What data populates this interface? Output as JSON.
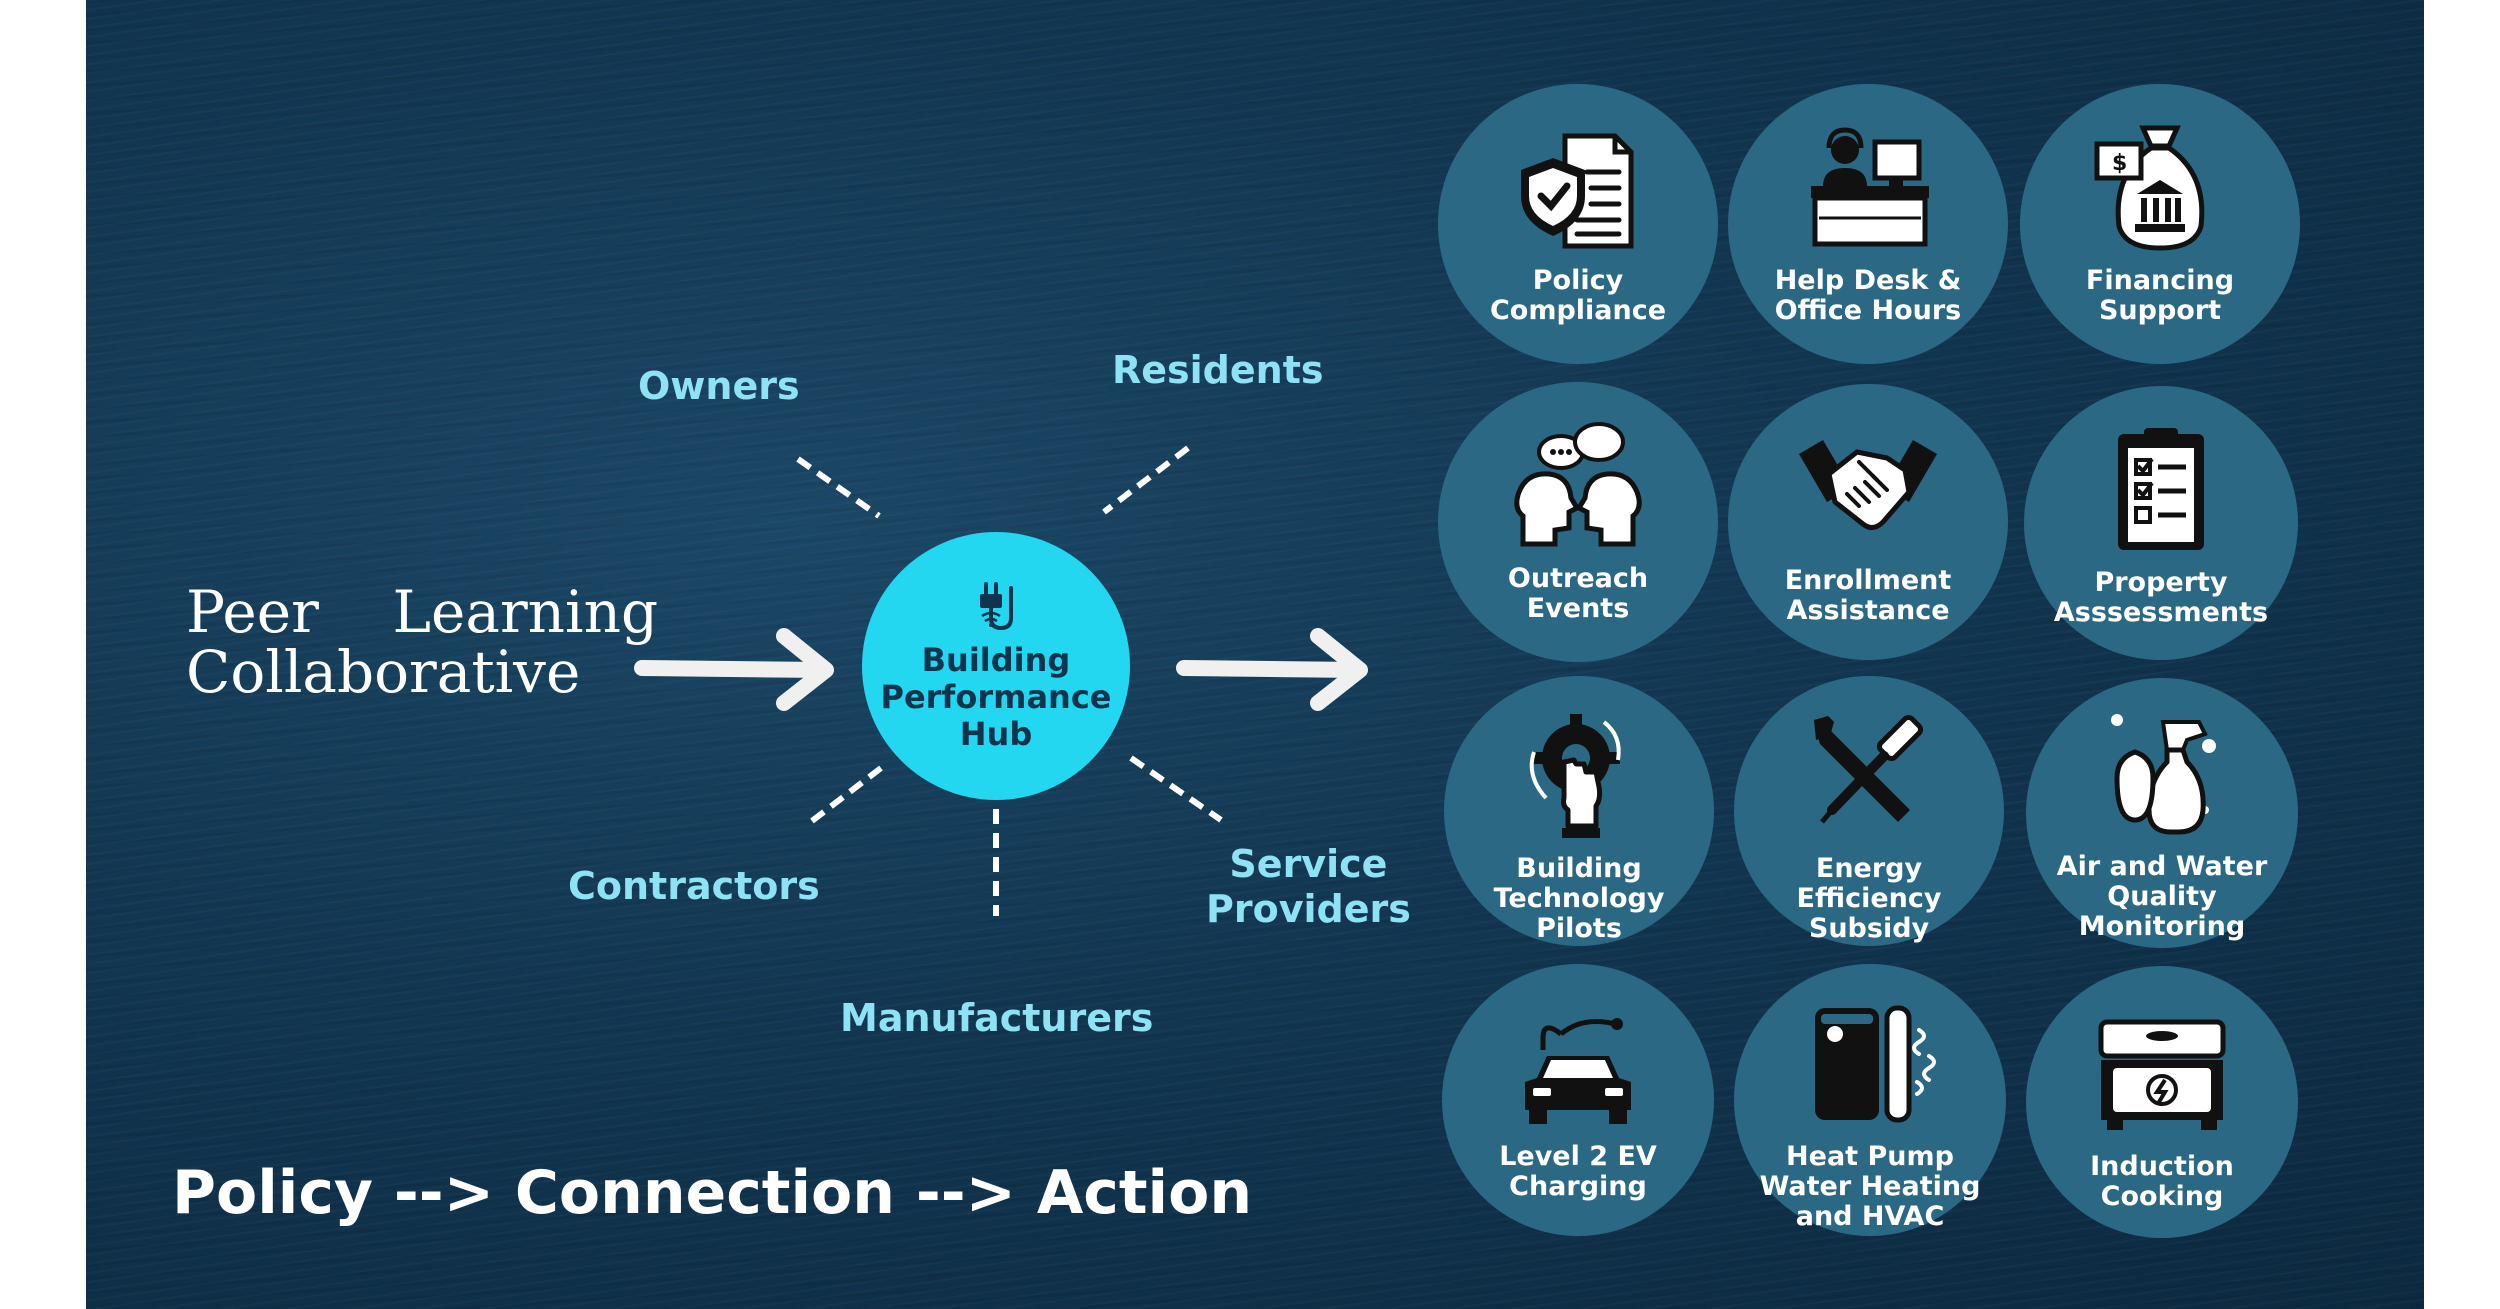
{
  "title": "Peer Learning Collaborative",
  "title_lines": [
    "Peer    Learning",
    "Collaborative"
  ],
  "hub": {
    "lines": [
      "Building",
      "Performance",
      "Hub"
    ],
    "icon": "plug-icon"
  },
  "stakeholders": {
    "owners": "Owners",
    "residents": "Residents",
    "contractors": "Contractors",
    "service_providers_line1": "Service",
    "service_providers_line2": "Providers",
    "manufacturers": "Manufacturers"
  },
  "services": [
    {
      "lines": [
        "Policy",
        "Compliance"
      ],
      "icon": "shield-document-icon"
    },
    {
      "lines": [
        "Help Desk &",
        "Office Hours"
      ],
      "icon": "help-desk-icon"
    },
    {
      "lines": [
        "Financing",
        "Support"
      ],
      "icon": "money-bag-bank-icon"
    },
    {
      "lines": [
        "Outreach",
        "Events"
      ],
      "icon": "conversation-heads-icon"
    },
    {
      "lines": [
        "Enrollment",
        "Assistance"
      ],
      "icon": "handshake-icon"
    },
    {
      "lines": [
        "Property",
        "Asssessments"
      ],
      "icon": "clipboard-checklist-icon"
    },
    {
      "lines": [
        "Building",
        "Technology",
        "Pilots"
      ],
      "icon": "gear-hand-icon"
    },
    {
      "lines": [
        "Energy Efficiency",
        "Subsidy"
      ],
      "icon": "wrench-screwdriver-icon"
    },
    {
      "lines": [
        "Air and Water",
        "Quality",
        "Monitoring"
      ],
      "icon": "spray-bottle-icon"
    },
    {
      "lines": [
        "Level 2 EV",
        "Charging"
      ],
      "icon": "ev-car-icon"
    },
    {
      "lines": [
        "Heat Pump",
        "Water Heating",
        "and HVAC"
      ],
      "icon": "heat-pump-icon"
    },
    {
      "lines": [
        "Induction",
        "Cooking"
      ],
      "icon": "induction-cooktop-icon"
    }
  ],
  "tagline": "Policy --> Connection --> Action",
  "colors": {
    "background": "#123651",
    "hub": "#22d7ef",
    "stakeholder_text": "#8fe1f4",
    "service_circle": "#2b6884",
    "text": "#ffffff"
  }
}
